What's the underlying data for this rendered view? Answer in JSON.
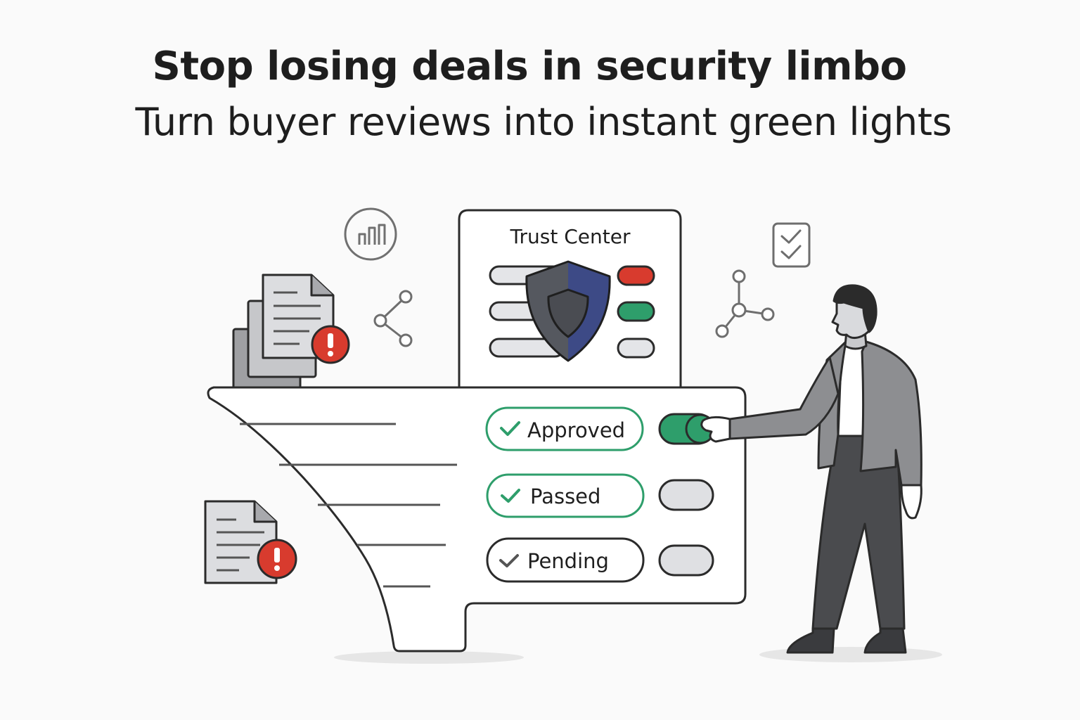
{
  "header": {
    "title": "Stop losing deals in security limbo",
    "subtitle": "Turn buyer reviews into instant green lights"
  },
  "trust_center": {
    "title": "Trust Center",
    "status_pills": [
      "red",
      "green",
      "gray"
    ]
  },
  "checks": [
    {
      "label": "Approved",
      "state": "approved",
      "toggle_on": true
    },
    {
      "label": "Passed",
      "state": "passed",
      "toggle_on": false
    },
    {
      "label": "Pending",
      "state": "pending",
      "toggle_on": false
    }
  ],
  "colors": {
    "green": "#2e9e6b",
    "red": "#d83b2e",
    "shield_blue": "#3d4a86",
    "shield_dark": "#55585f",
    "outline": "#2b2b2b",
    "toggle_off": "#dfe0e3"
  },
  "icons": [
    "bar-chart-icon",
    "share-icon",
    "document-stack-icon",
    "warning-icon",
    "document-icon",
    "checklist-icon",
    "network-icon",
    "shield-icon",
    "checkmark-icon"
  ]
}
